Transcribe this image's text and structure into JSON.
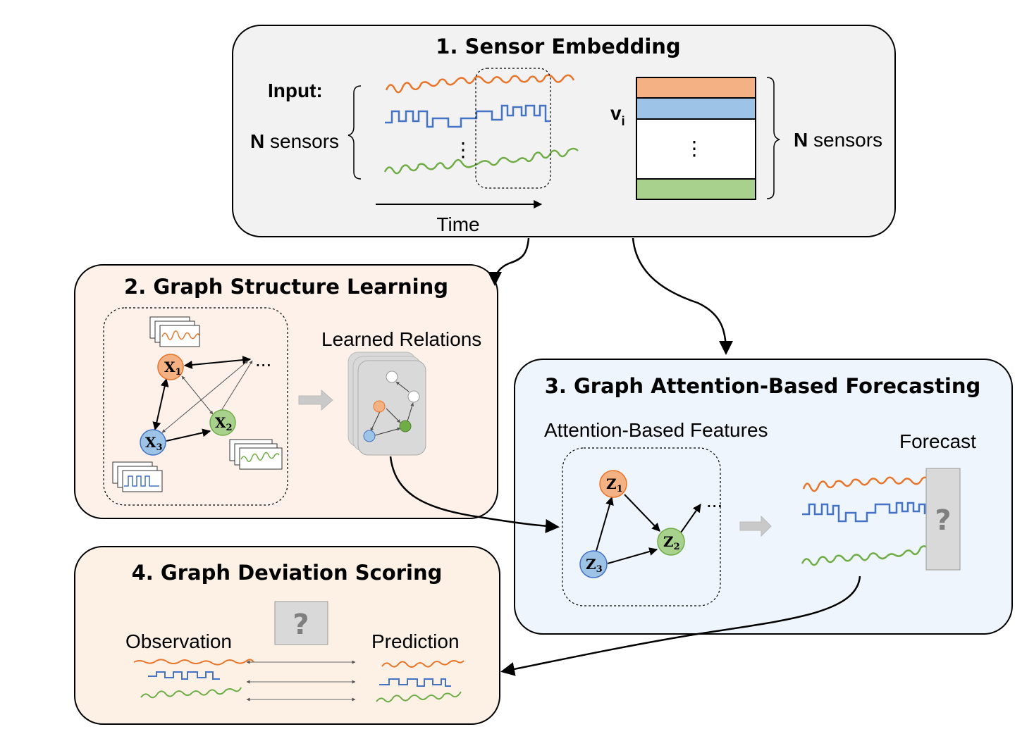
{
  "colors": {
    "orange": "#e8752a",
    "blue": "#4472c4",
    "green": "#70ad47",
    "orange_fill": "#f4b183",
    "blue_fill": "#9dc3e6",
    "green_fill": "#a9d18e",
    "panel1_bg": "#f2f2f2",
    "panel2_bg": "#fdf1ea",
    "panel3_bg": "#eef5fc",
    "panel4_bg": "#fdf1e6"
  },
  "panel1": {
    "title": "1. Sensor Embedding",
    "input_label": "Input:",
    "n_sensors_prefix": "N",
    "n_sensors_suffix": " sensors",
    "time_label": "Time",
    "vector_label": "v",
    "vector_sub": "i",
    "right_prefix": "N",
    "right_suffix": " sensors",
    "ellipsis": "⋮"
  },
  "panel2": {
    "title": "2. Graph Structure Learning",
    "learned_label": "Learned Relations",
    "nodes": [
      {
        "letter": "X",
        "sub": "1",
        "color": "orange"
      },
      {
        "letter": "X",
        "sub": "2",
        "color": "green"
      },
      {
        "letter": "X",
        "sub": "3",
        "color": "blue"
      }
    ],
    "more": "..."
  },
  "panel3": {
    "title": "3. Graph Attention-Based Forecasting",
    "features_label": "Attention-Based Features",
    "forecast_label": "Forecast",
    "question": "?",
    "nodes": [
      {
        "letter": "Z",
        "sub": "1",
        "color": "orange"
      },
      {
        "letter": "Z",
        "sub": "2",
        "color": "green"
      },
      {
        "letter": "Z",
        "sub": "3",
        "color": "blue"
      }
    ],
    "more": "..."
  },
  "panel4": {
    "title": "4. Graph Deviation Scoring",
    "observation_label": "Observation",
    "prediction_label": "Prediction",
    "question": "?"
  }
}
